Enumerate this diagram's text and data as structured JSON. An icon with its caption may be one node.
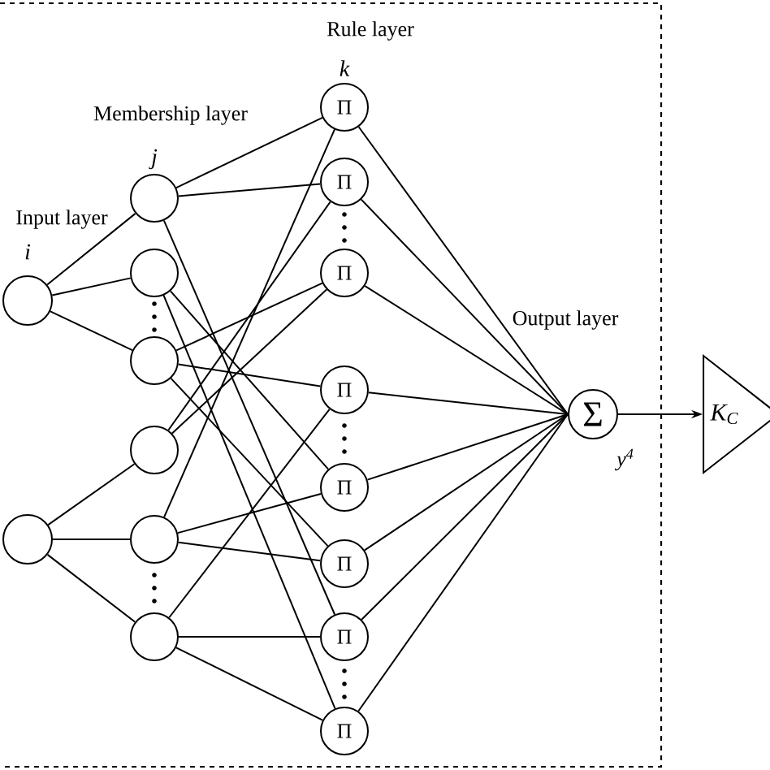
{
  "diagram": {
    "nodes": [
      {
        "text": [],
        "shape": "circle"
      },
      {
        "text": [],
        "shape": "circle"
      },
      {
        "text": [],
        "shape": "circle"
      },
      {
        "text": [],
        "shape": "circle"
      },
      {
        "text": [],
        "shape": "circle"
      },
      {
        "text": [],
        "shape": "circle"
      },
      {
        "text": [],
        "shape": "circle"
      },
      {
        "text": [],
        "shape": "circle"
      },
      {
        "text": [
          "Π"
        ]
      },
      {
        "text": [
          "Π"
        ]
      },
      {
        "text": [
          "Π"
        ]
      },
      {
        "text": [
          "Π"
        ]
      },
      {
        "text": [
          "Π"
        ]
      },
      {
        "text": [
          "Π"
        ]
      },
      {
        "text": [
          "Π"
        ]
      },
      {
        "text": [
          "Π"
        ]
      },
      {
        "text": [
          "Σ"
        ],
        "beside": [
          "y$^{4}$"
        ]
      },
      {
        "text": [
          "K$_{C}$"
        ]
      }
    ],
    "edges": [
      {
        "from": 0,
        "to": 2,
        "arrow": "none"
      },
      {
        "from": 0,
        "to": 3,
        "arrow": "none"
      },
      {
        "from": 0,
        "to": 4,
        "arrow": "none"
      },
      {
        "from": 1,
        "to": 5,
        "arrow": "none"
      },
      {
        "from": 1,
        "to": 6,
        "arrow": "none"
      },
      {
        "from": 1,
        "to": 7,
        "arrow": "none"
      },
      {
        "from": 2,
        "to": 8,
        "arrow": "none"
      },
      {
        "from": 6,
        "to": 8,
        "arrow": "none"
      },
      {
        "from": 2,
        "to": 9,
        "arrow": "none"
      },
      {
        "from": 5,
        "to": 9,
        "arrow": "none"
      },
      {
        "from": 4,
        "to": 10,
        "arrow": "none"
      },
      {
        "from": 5,
        "to": 10,
        "arrow": "none"
      },
      {
        "from": 4,
        "to": 11,
        "arrow": "none"
      },
      {
        "from": 7,
        "to": 11,
        "arrow": "none"
      },
      {
        "from": 3,
        "to": 12,
        "arrow": "none"
      },
      {
        "from": 6,
        "to": 12,
        "arrow": "none"
      },
      {
        "from": 4,
        "to": 13,
        "arrow": "none"
      },
      {
        "from": 6,
        "to": 13,
        "arrow": "none"
      },
      {
        "from": 2,
        "to": 14,
        "arrow": "none"
      },
      {
        "from": 7,
        "to": 14,
        "arrow": "none"
      },
      {
        "from": 3,
        "to": 15,
        "arrow": "none"
      },
      {
        "from": 7,
        "to": 15,
        "arrow": "none"
      },
      {
        "from": 8,
        "to": 16,
        "arrow": "none"
      },
      {
        "from": 9,
        "to": 16,
        "arrow": "none"
      },
      {
        "from": 10,
        "to": 16,
        "arrow": "none"
      },
      {
        "from": 11,
        "to": 16,
        "arrow": "none"
      },
      {
        "from": 12,
        "to": 16,
        "arrow": "none"
      },
      {
        "from": 13,
        "to": 16,
        "arrow": "none"
      },
      {
        "from": 14,
        "to": 16,
        "arrow": "none"
      },
      {
        "from": 15,
        "to": 16,
        "arrow": "none"
      },
      {
        "from": 16,
        "to": 17,
        "arrow": "to"
      }
    ],
    "labels": [
      "Input layer",
      "i",
      "Membership layer",
      "j",
      "Rule layer",
      "k",
      "Output layer"
    ]
  }
}
